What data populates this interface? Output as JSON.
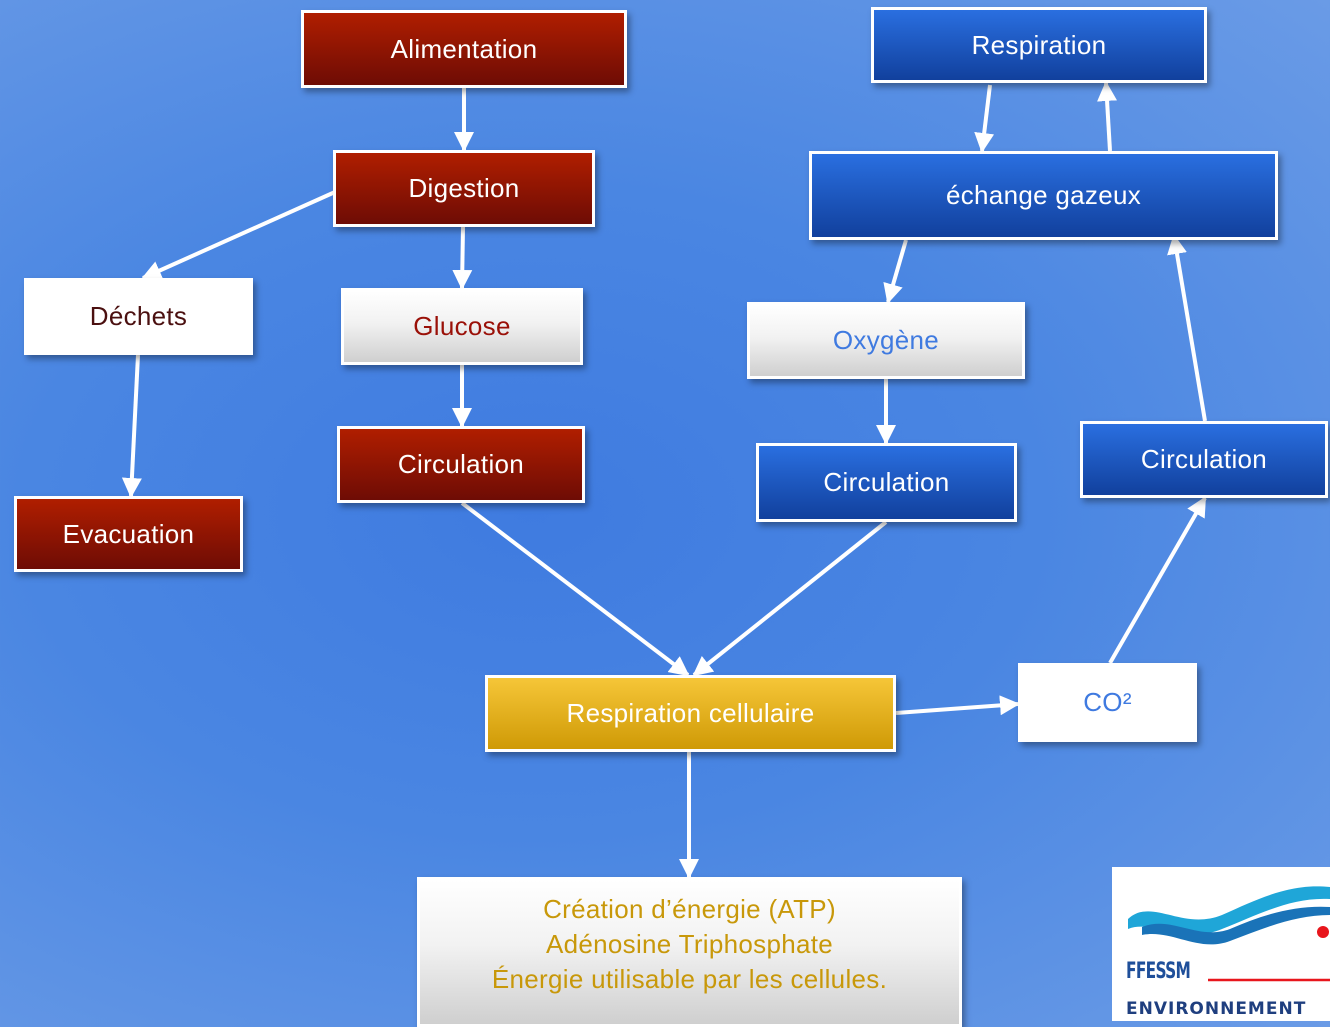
{
  "diagram": {
    "nodes": {
      "alimentation": "Alimentation",
      "digestion": "Digestion",
      "dechets": "Déchets",
      "glucose": "Glucose",
      "circulation_red": "Circulation",
      "evacuation": "Evacuation",
      "respiration": "Respiration",
      "echange": "échange gazeux",
      "oxygene": "Oxygène",
      "circulation_blue_center": "Circulation",
      "circulation_blue_right": "Circulation",
      "respiration_cellulaire": "Respiration cellulaire",
      "co2": "CO²",
      "energie_line1": "Création d’énergie (ATP)",
      "energie_line2": "Adénosine Triphosphate",
      "energie_line3": "Énergie utilisable par les cellules."
    },
    "edges": [
      [
        "alimentation",
        "digestion"
      ],
      [
        "digestion",
        "dechets"
      ],
      [
        "digestion",
        "glucose"
      ],
      [
        "glucose",
        "circulation_red"
      ],
      [
        "dechets",
        "evacuation"
      ],
      [
        "respiration",
        "echange"
      ],
      [
        "echange",
        "respiration"
      ],
      [
        "echange",
        "oxygene"
      ],
      [
        "oxygene",
        "circulation_blue_center"
      ],
      [
        "circulation_red",
        "respiration_cellulaire"
      ],
      [
        "circulation_blue_center",
        "respiration_cellulaire"
      ],
      [
        "respiration_cellulaire",
        "co2"
      ],
      [
        "co2",
        "circulation_blue_right"
      ],
      [
        "circulation_blue_right",
        "echange"
      ],
      [
        "respiration_cellulaire",
        "energie"
      ]
    ]
  },
  "logo": {
    "name": "FFESSM",
    "subtitle": "ENVIRONNEMENT"
  }
}
